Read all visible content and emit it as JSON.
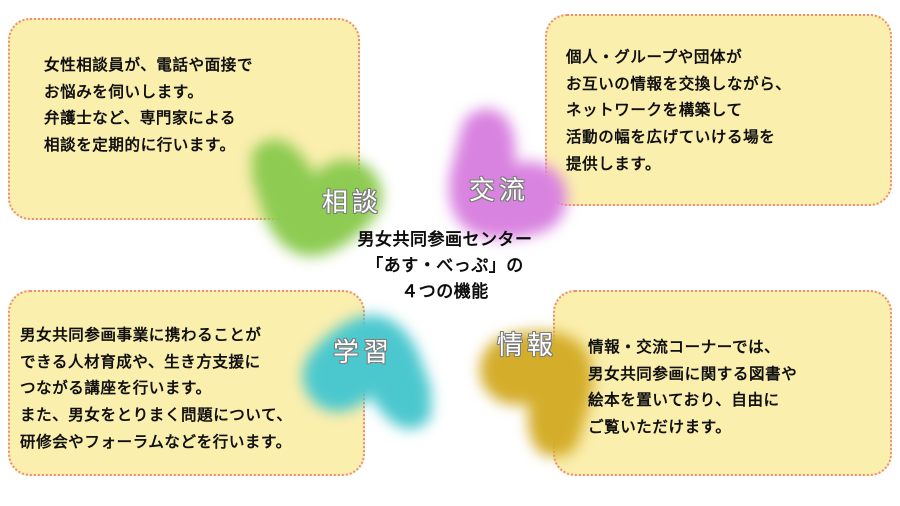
{
  "center": {
    "title": "男女共同参画センター\n「あす・べっぷ」の\n４つの機能"
  },
  "petals": [
    {
      "id": "consult",
      "label": "相談",
      "color": "#8dcb52",
      "description": "女性相談員が、電話や面接で\nお悩みを伺いします。\n弁護士など、専門家による\n相談を定期的に行います。",
      "position": "top-left"
    },
    {
      "id": "exchange",
      "label": "交流",
      "color": "#d983e0",
      "description": "個人・グループや団体が\nお互いの情報を交換しながら、\nネットワークを構築して\n活動の幅を広げていける場を\n提供します。",
      "position": "top-right"
    },
    {
      "id": "learn",
      "label": "学習",
      "color": "#4bc8ce",
      "description": "男女共同参画事業に携わることが\nできる人材育成や、生き方支援に\nつながる講座を行います。\nまた、男女をとりまく問題について、\n研修会やフォーラムなどを行います。",
      "position": "bottom-left"
    },
    {
      "id": "info",
      "label": "情報",
      "color": "#d4ad2a",
      "description": "情報・交流コーナーでは、\n男女共同参画に関する図書や\n絵本を置いており、自由に\nご覧いただけます。",
      "position": "bottom-right"
    }
  ],
  "theme": {
    "box_fill": "#fbefae",
    "box_border": "#f08a7a",
    "page_background": "#ffffff",
    "text_color": "#101010",
    "label_color": "#ffffff",
    "label_outline": "#7d7d7d"
  }
}
